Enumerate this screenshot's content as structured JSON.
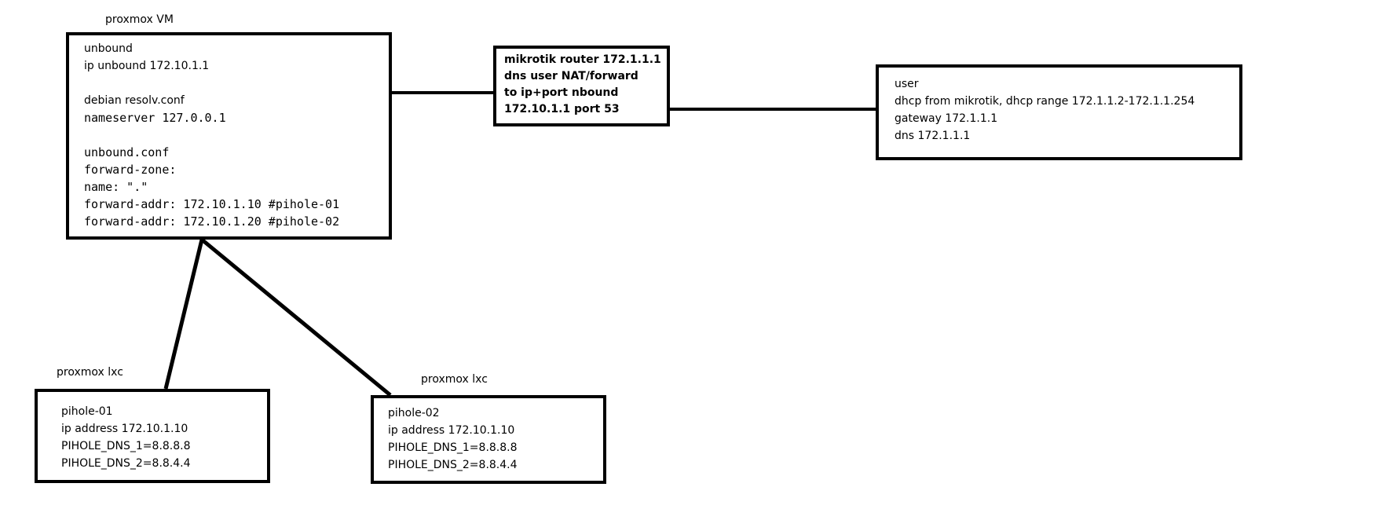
{
  "vm": {
    "caption": "proxmox VM",
    "lines": [
      "unbound",
      "ip unbound 172.10.1.1",
      "",
      "debian resolv.conf",
      "nameserver 127.0.0.1",
      "",
      "unbound.conf",
      "forward-zone:",
      "name: \".\"",
      "forward-addr: 172.10.1.10 #pihole-01",
      "forward-addr: 172.10.1.20 #pihole-02"
    ]
  },
  "router": {
    "lines": [
      "mikrotik router 172.1.1.1",
      "dns user NAT/forward",
      "to ip+port nbound",
      "172.10.1.1 port 53"
    ]
  },
  "user": {
    "lines": [
      "user",
      "dhcp from mikrotik, dhcp range 172.1.1.2-172.1.1.254",
      "gateway 172.1.1.1",
      "dns 172.1.1.1"
    ]
  },
  "pihole1": {
    "caption": "proxmox lxc",
    "lines": [
      "pihole-01",
      "ip address 172.10.1.10",
      "PIHOLE_DNS_1=8.8.8.8",
      "PIHOLE_DNS_2=8.8.4.4"
    ]
  },
  "pihole2": {
    "caption": "proxmox lxc",
    "lines": [
      "pihole-02",
      "ip address 172.10.1.10",
      "PIHOLE_DNS_1=8.8.8.8",
      "PIHOLE_DNS_2=8.8.4.4"
    ]
  }
}
